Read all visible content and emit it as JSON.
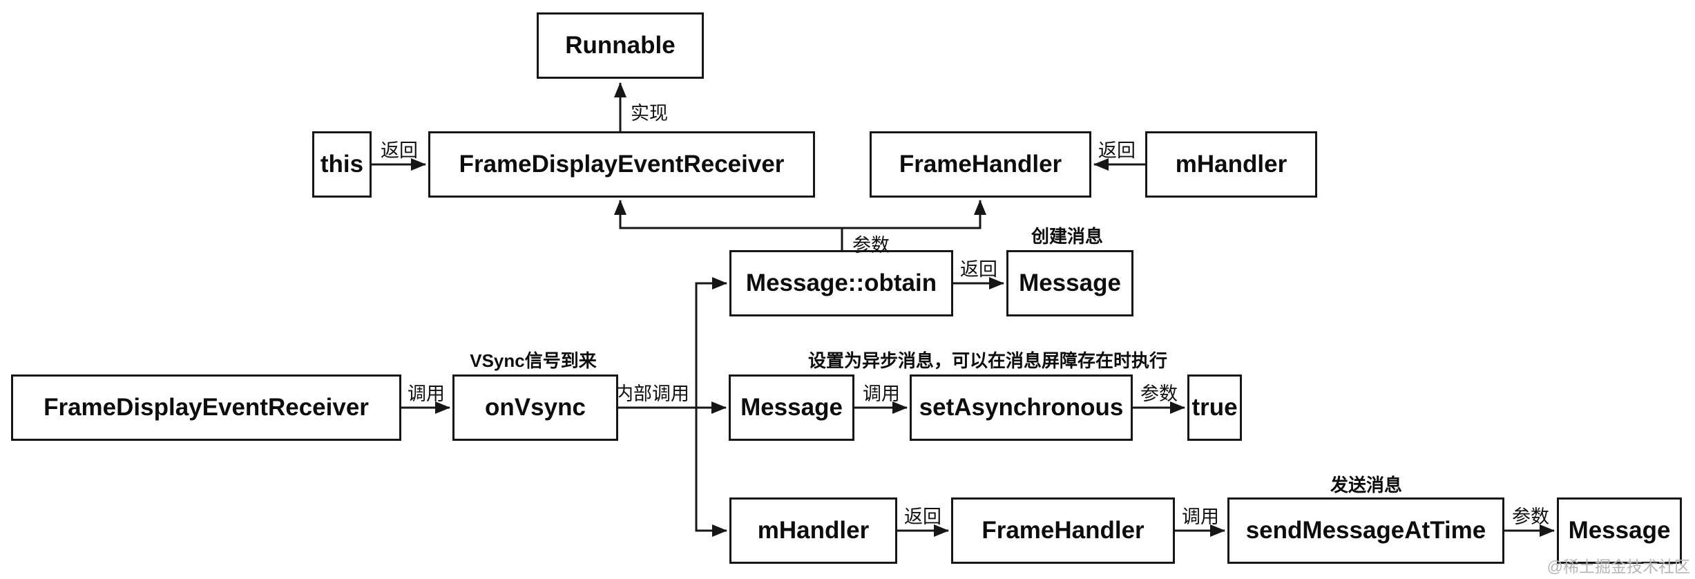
{
  "boxes": {
    "runnable": "Runnable",
    "this_ref": "this",
    "frame_display_event_receiver_top": "FrameDisplayEventReceiver",
    "frame_handler_top": "FrameHandler",
    "m_handler_top": "mHandler",
    "message_obtain": "Message::obtain",
    "message_created": "Message",
    "frame_display_event_receiver_left": "FrameDisplayEventReceiver",
    "on_vsync": "onVsync",
    "message_mid": "Message",
    "set_asynchronous": "setAsynchronous",
    "true_value": "true",
    "m_handler_bottom": "mHandler",
    "frame_handler_bottom": "FrameHandler",
    "send_message_at_time": "sendMessageAtTime",
    "message_sent": "Message"
  },
  "edge_labels": {
    "implement": "实现",
    "return_this": "返回",
    "return_mhandler": "返回",
    "param_junction": "参数",
    "return_obtain": "返回",
    "call_onvsync": "调用",
    "internal_call": "内部调用",
    "call_setasync": "调用",
    "param_true": "参数",
    "return_framehandler": "返回",
    "call_sendmessage": "调用",
    "param_message": "参数"
  },
  "captions": {
    "create_message": "创建消息",
    "vsync_arrival": "VSync信号到来",
    "async_note": "设置为异步消息，可以在消息屏障存在时执行",
    "send_message": "发送消息"
  },
  "watermark": "@稀土掘金技术社区",
  "colors": {
    "line": "#161616",
    "box_background": "#ffffff",
    "page_background": "#ffffff",
    "watermark": "#b5b5b5"
  }
}
